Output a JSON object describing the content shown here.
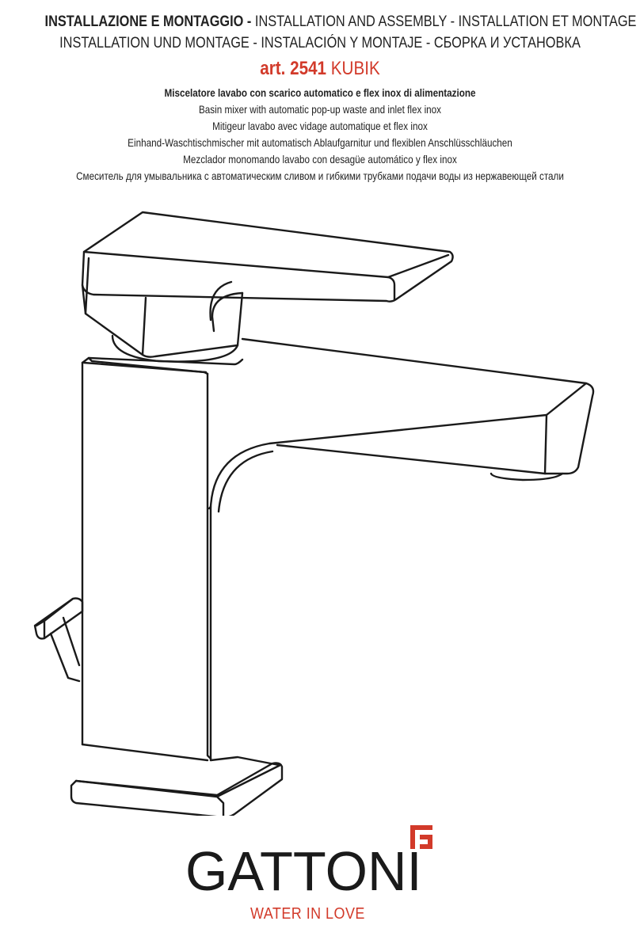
{
  "header": {
    "line1_bold": "INSTALLAZIONE E MONTAGGIO -",
    "line1_rest": " INSTALLATION AND ASSEMBLY  - INSTALLATION ET MONTAGE",
    "line2": "INSTALLATION UND MONTAGE - INSTALACIÓN Y MONTAJE - СБОРКА И УСТАНОВКА",
    "art_bold": "art. 2541",
    "art_rest": " KUBIK"
  },
  "descriptions": [
    "Miscelatore lavabo con scarico automatico e flex inox di alimentazione",
    "Basin mixer with automatic pop-up waste and inlet flex inox",
    "Mitigeur lavabo avec vidage automatique et flex inox",
    "Einhand-Waschtischmischer mit automatisch Ablaufgarnitur und flexiblen Anschlüsschläuchen",
    "Mezclador monomando lavabo con desagüe automático y flex inox",
    "Смеситель для умывальника с автоматическим сливом и гибкими трубками подачи воды из нержавеющей стали"
  ],
  "logo": {
    "brand": "GATTONI",
    "tagline": "WATER IN LOVE",
    "accent_color": "#d23a2a"
  },
  "illustration": {
    "icon": "basin-mixer-faucet-drawing"
  }
}
